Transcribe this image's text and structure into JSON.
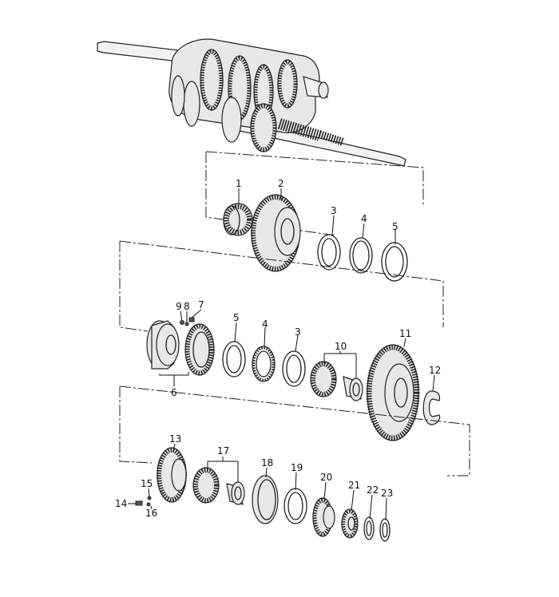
{
  "callouts": {
    "c1": "1",
    "c2": "2",
    "c3a": "3",
    "c4a": "4",
    "c5a": "5",
    "c9": "9",
    "c8": "8",
    "c7": "7",
    "c5b": "5",
    "c4b": "4",
    "c3b": "3",
    "c10": "10",
    "c11": "11",
    "c12": "12",
    "c6": "6",
    "c13": "13",
    "c17": "17",
    "c18": "18",
    "c19": "19",
    "c20": "20",
    "c21": "21",
    "c22": "22",
    "c23": "23",
    "c15": "15",
    "c14": "14",
    "c16": "16"
  }
}
